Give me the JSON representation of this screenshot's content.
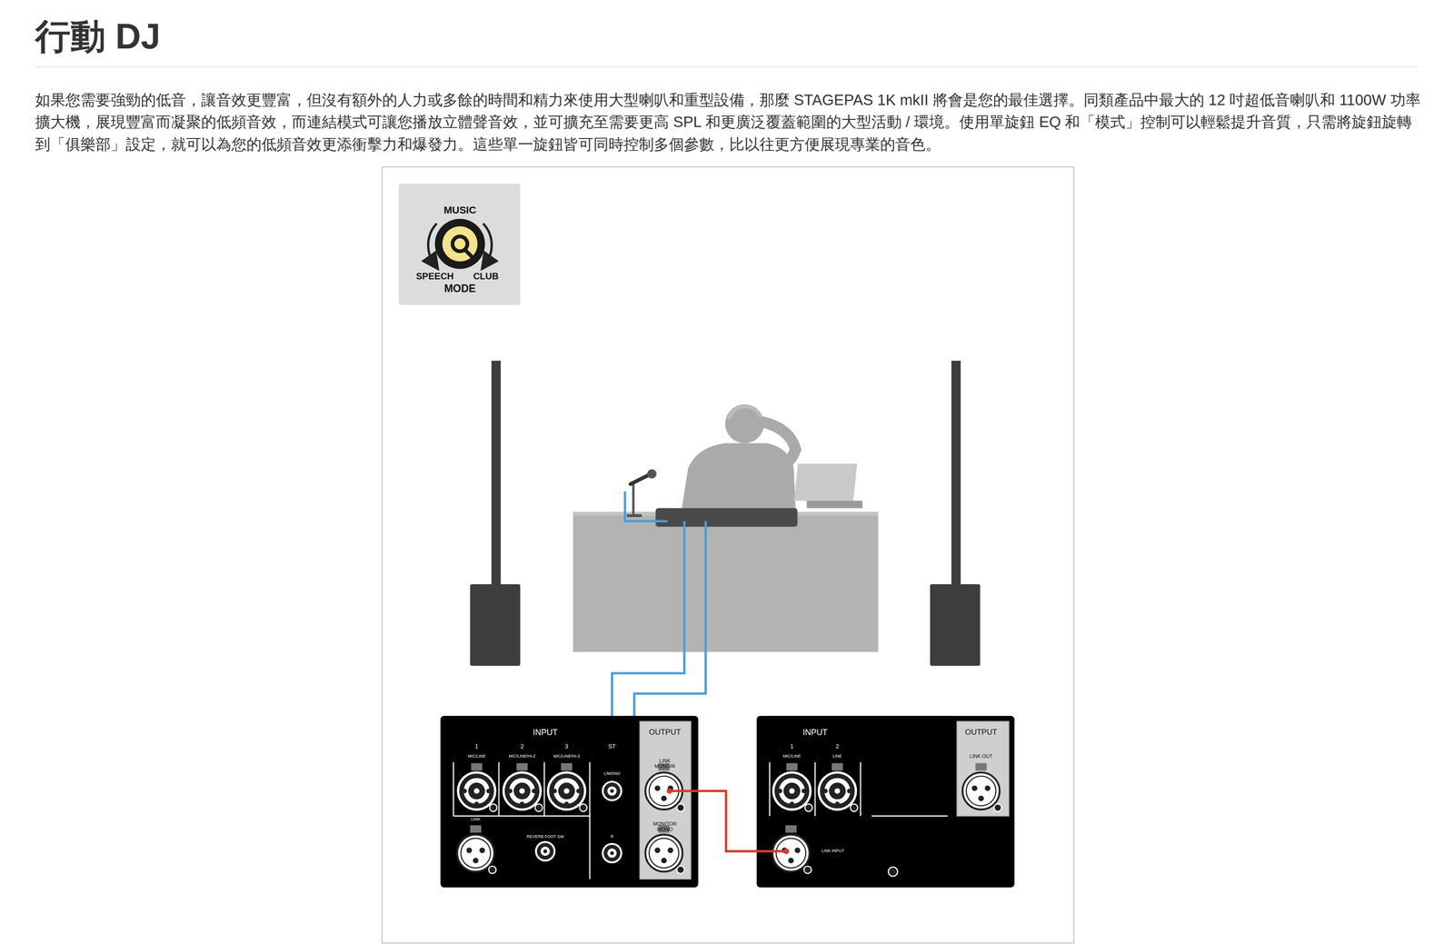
{
  "diagram": {
    "title": "行動 DJ",
    "nodes": [
      {
        "text": [
          "MUSIC",
          "SPEECH",
          "CLUB",
          "MODE"
        ]
      },
      {
        "text": [
          "INPUT"
        ]
      },
      {
        "text": [
          "OUTPUT",
          "LINK MONO/R",
          "MONITOR MONO"
        ],
        "in": 1
      },
      {
        "text": [
          "INPUT"
        ]
      },
      {
        "text": [
          "OUTPUT",
          "LINK OUT"
        ],
        "in": 3
      }
    ],
    "edges": [
      {
        "from": 2,
        "to": 3,
        "arrow": "none"
      }
    ],
    "labels": [
      "如果您需要強勁的低音，讓音效更豐富，但沒有額外的人力或多餘的時間和精力來使用大型喇叭和重型設備，那麼 STAGEPAS 1K mkII 將會是您的最佳選擇。同類產品中最大的 12 吋超低音喇叭和 1100W 功率擴大機，展現豐富而凝聚的低頻音效，而連結模式可讓您播放立體聲音效，並可擴充至需要更高 SPL 和更廣泛覆蓋範圍的大型活動 / 環境。使用單旋鈕 EQ 和「模式」控制可以輕鬆提升音質，只需將旋鈕旋轉到「俱樂部」設定，就可以為您的低頻音效更添衝擊力和爆發力。這些單一旋鈕皆可同時控制多個參數，比以往更方便展現專業的音色。",
      "1",
      "2",
      "3",
      "ST",
      "MIC/LINE",
      "MIC/LINE/Hi-Z",
      "MIC/LINE/Hi-Z",
      "L/MONO",
      "R",
      "LINK",
      "REVERB FOOT SW",
      "1",
      "2",
      "MIC/LINE",
      "LINE",
      "LINK INPUT"
    ]
  }
}
